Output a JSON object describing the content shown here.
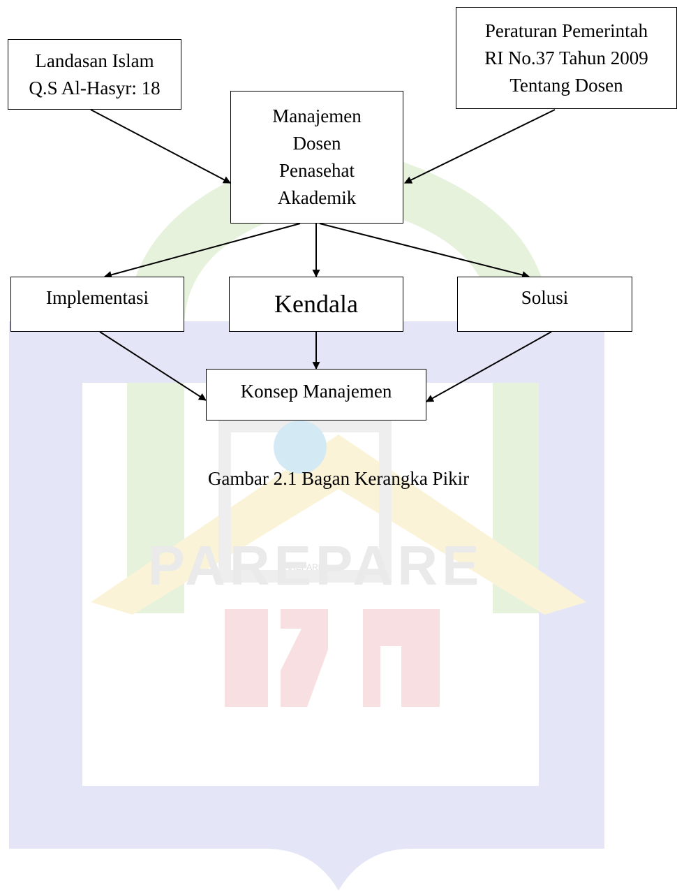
{
  "boxes": {
    "landasan": [
      "Landasan Islam",
      "Q.S Al-Hasyr: 18"
    ],
    "peraturan": [
      "Peraturan Pemerintah",
      "RI No.37 Tahun 2009",
      "Tentang Dosen"
    ],
    "manajemen": [
      "Manajemen",
      "Dosen",
      "Penasehat",
      "Akademik"
    ],
    "implementasi": "Implementasi",
    "kendala": "Kendala",
    "solusi": "Solusi",
    "konsep": "Konsep Manajemen"
  },
  "caption": "Gambar 2.1 Bagan Kerangka Pikir",
  "watermark": {
    "text": "PAREPARE",
    "small_text": "PAREPARE",
    "colors": {
      "green": "#e7f2dd",
      "yellow": "#fbf3d7",
      "red": "#f8dfe1",
      "blue": "#e4e6f7",
      "gray": "#eeeeee",
      "cyan": "#d3eaf5"
    }
  }
}
